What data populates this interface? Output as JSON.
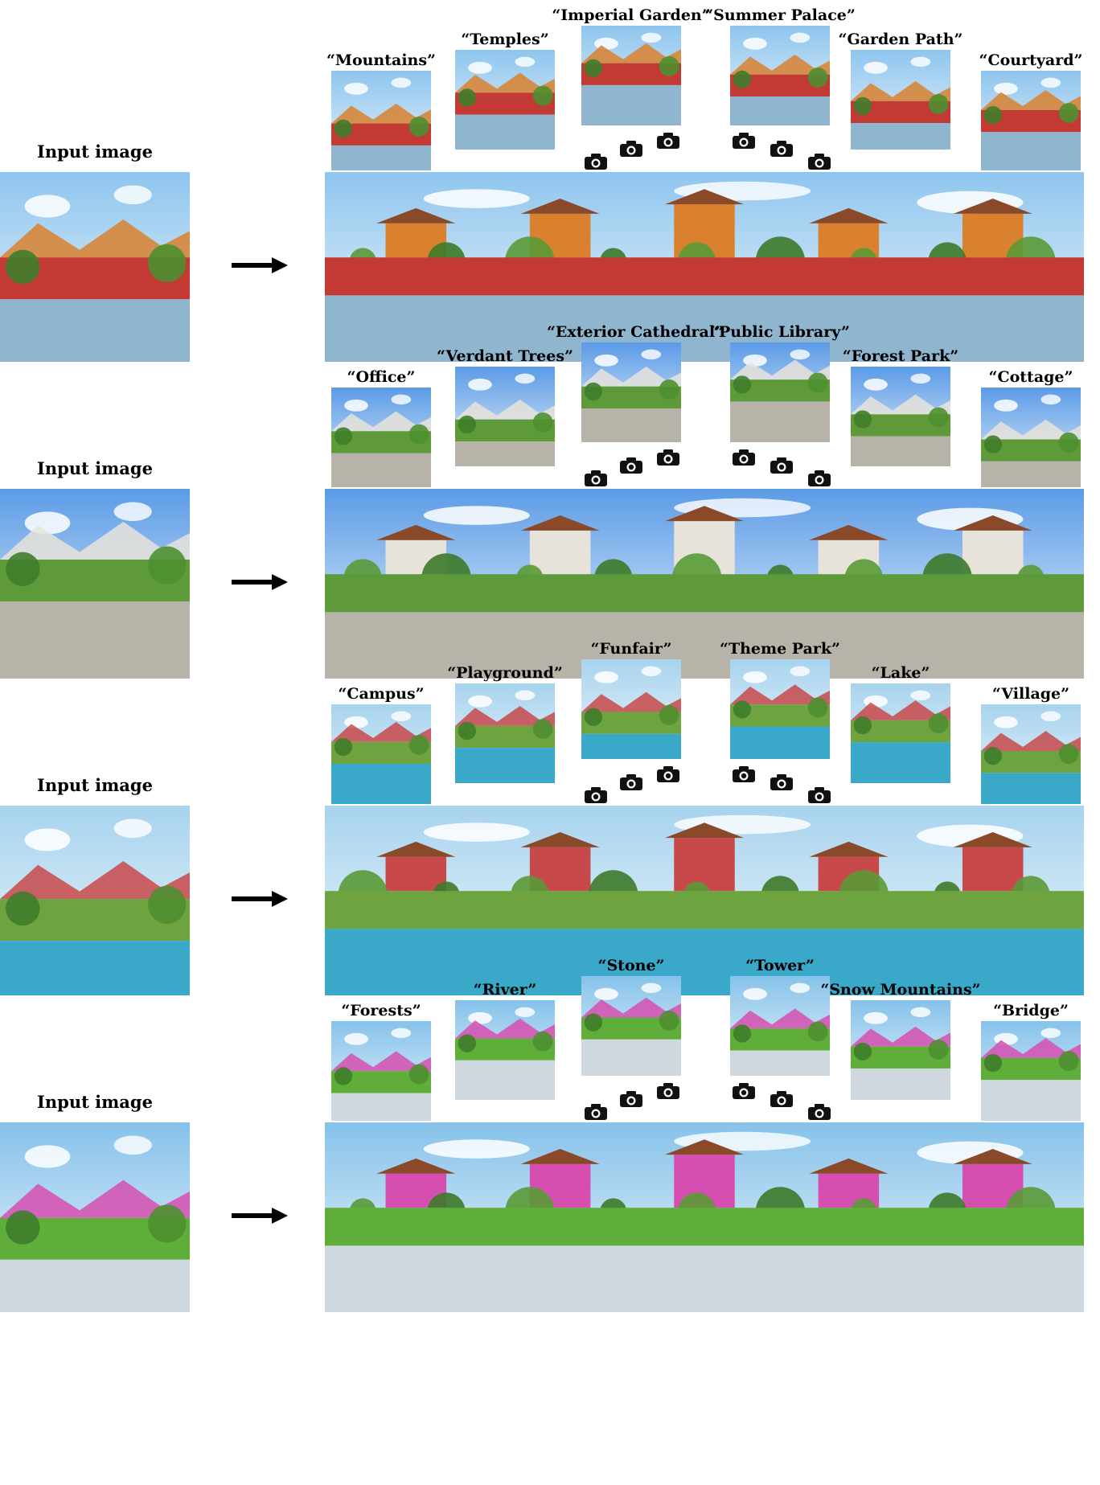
{
  "rows": [
    {
      "input_label": "Input image",
      "prompts": [
        "“Mountains”",
        "“Temples”",
        "“Imperial Garden”",
        "“Summer Palace”",
        "“Garden Path”",
        "“Courtyard”"
      ],
      "palette": {
        "sky": "#8ec5ee",
        "ground": "#c23a33",
        "water": "#8fb5cf",
        "accent": "#d9812f"
      }
    },
    {
      "input_label": "Input image",
      "prompts": [
        "“Office”",
        "“Verdant Trees”",
        "“Exterior Cathedral”",
        "“Public Library”",
        "“Forest Park”",
        "“Cottage”"
      ],
      "palette": {
        "sky": "#5b9be6",
        "ground": "#5f9a3a",
        "water": "#b8b3a8",
        "accent": "#e8e3da"
      }
    },
    {
      "input_label": "Input image",
      "prompts": [
        "“Campus”",
        "“Playground”",
        "“Funfair”",
        "“Theme Park”",
        "“Lake”",
        "“Village”"
      ],
      "palette": {
        "sky": "#a7d3ee",
        "ground": "#6ea43f",
        "water": "#3aa8c8",
        "accent": "#c8494a"
      }
    },
    {
      "input_label": "Input image",
      "prompts": [
        "“Forests”",
        "“River”",
        "“Stone”",
        "“Tower”",
        "“Snow Mountains”",
        "“Bridge”"
      ],
      "palette": {
        "sky": "#86c2ea",
        "ground": "#5fae3a",
        "water": "#cfd8de",
        "accent": "#d64fb0"
      }
    }
  ]
}
